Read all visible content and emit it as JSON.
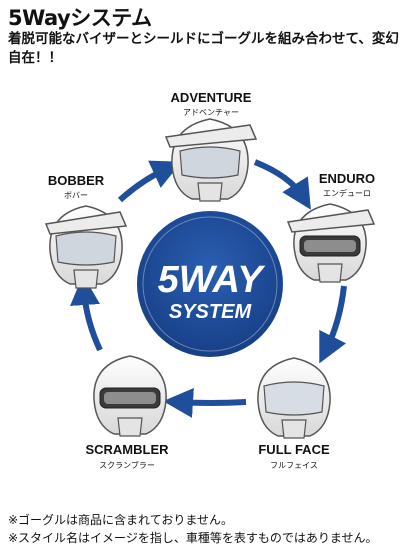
{
  "heading": "5Wayシステム",
  "subtitle": "着脱可能なバイザーとシールドにゴーグルを組み合わせて、変幻自在！！",
  "center_badge": {
    "line1": "5WAY",
    "line2": "SYSTEM"
  },
  "styles": [
    {
      "name": "ADVENTURE",
      "kana": "アドベンチャー"
    },
    {
      "name": "ENDURO",
      "kana": "エンデューロ"
    },
    {
      "name": "FULL FACE",
      "kana": "フルフェイス"
    },
    {
      "name": "SCRAMBLER",
      "kana": "スクランブラー"
    },
    {
      "name": "BOBBER",
      "kana": "ボバー"
    }
  ],
  "footnotes": [
    "※ゴーグルは商品に含まれておりません。",
    "※スタイル名はイメージを指し、車種等を表すものではありません。"
  ],
  "colors": {
    "accent": "#1f4e9b",
    "text": "#111111",
    "helmet": "#f2f2f2",
    "outline": "#555555"
  }
}
